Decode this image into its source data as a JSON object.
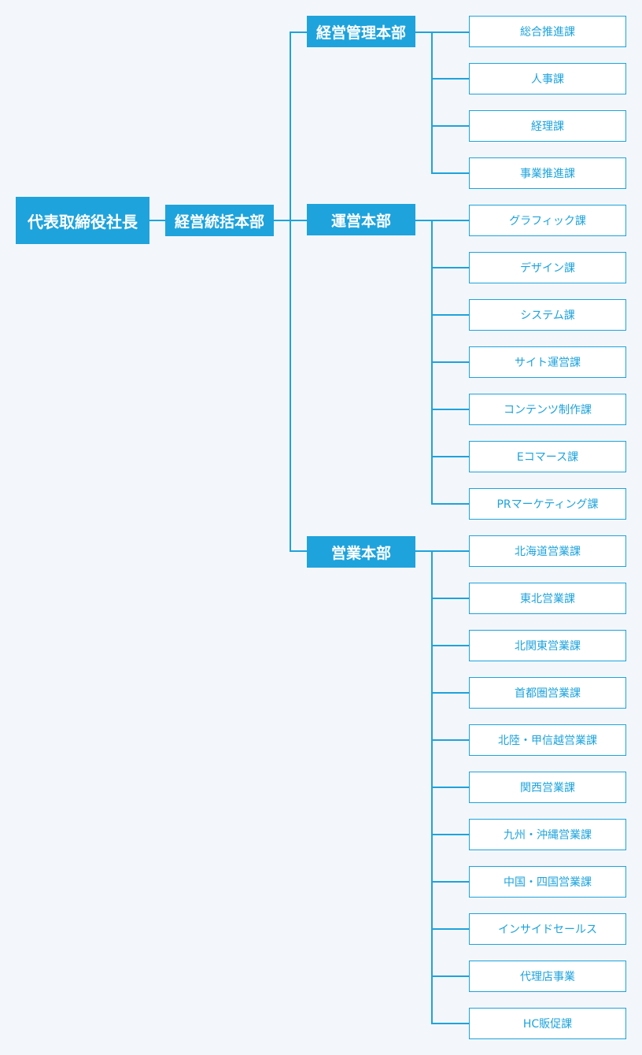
{
  "colors": {
    "accent": "#1ea3dc",
    "background": "#f3f7fb",
    "section_fill": "#ffffff"
  },
  "ceo": "代表取締役社長",
  "general_hq": "経営統括本部",
  "divisions": [
    {
      "name": "経営管理本部",
      "sections": [
        "総合推進課",
        "人事課",
        "経理課",
        "事業推進課"
      ]
    },
    {
      "name": "運営本部",
      "sections": [
        "グラフィック課",
        "デザイン課",
        "システム課",
        "サイト運営課",
        "コンテンツ制作課",
        "Eコマース課",
        "PRマーケティング課"
      ]
    },
    {
      "name": "営業本部",
      "sections": [
        "北海道営業課",
        "東北営業課",
        "北関東営業課",
        "首都圏営業課",
        "北陸・甲信越営業課",
        "関西営業課",
        "九州・沖縄営業課",
        "中国・四国営業課",
        "インサイドセールス",
        "代理店事業",
        "HC販促課"
      ]
    }
  ]
}
